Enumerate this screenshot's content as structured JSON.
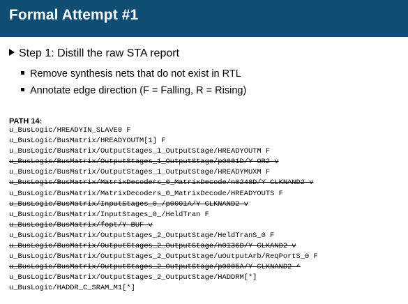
{
  "slide": {
    "title": "Formal Attempt #1",
    "step": "Step 1:  Distill the raw STA report",
    "bullets": [
      "Remove synthesis nets that do not exist in RTL",
      "Annotate edge direction (F = Falling, R = Rising)"
    ],
    "path_label": "PATH 14:",
    "path_lines": [
      {
        "text": "u_BusLogic/HREADYIN_SLAVE0 F",
        "struck": false
      },
      {
        "text": "u_BusLogic/BusMatrix/HREADYOUTM[1] F",
        "struck": false
      },
      {
        "text": "u_BusLogic/BusMatrix/OutputStages_1_OutputStage/HREADYOUTM F",
        "struck": false
      },
      {
        "text": "u_BusLogic/BusMatrix/OutputStages_1_OutputStage/p0001D/Y OR2 v",
        "struck": true
      },
      {
        "text": "u_BusLogic/BusMatrix/OutputStages_1_OutputStage/HREADYMUXM F",
        "struck": false
      },
      {
        "text": "u_BusLogic/BusMatrix/MatrixDecoders_0_MatrixDecode/n0248D/Y CLKNAND2 v",
        "struck": true
      },
      {
        "text": "u_BusLogic/BusMatrix/MatrixDecoders_0_MatrixDecode/HREADYOUTS F",
        "struck": false
      },
      {
        "text": "u_BusLogic/BusMatrix/InputStages_0_/p0001A/Y CLKNAND2 v",
        "struck": true
      },
      {
        "text": "u_BusLogic/BusMatrix/InputStages_0_/HeldTran F",
        "struck": false
      },
      {
        "text": "u_BusLogic/BusMatrix/fopt/Y BUF v",
        "struck": true
      },
      {
        "text": "u_BusLogic/BusMatrix/OutputStages_2_OutputStage/HeldTranS_0 F",
        "struck": false
      },
      {
        "text": "u_BusLogic/BusMatrix/OutputStages_2_OutputStage/n0136D/Y CLKAND2 v",
        "struck": true
      },
      {
        "text": "u_BusLogic/BusMatrix/OutputStages_2_OutputStage/uOutputArb/ReqPortS_0 F",
        "struck": false
      },
      {
        "text": "u_BusLogic/BusMatrix/OutputStages_2_OutputStage/p0005A/Y CLKNAND2 ^",
        "struck": true
      },
      {
        "text": "u_BusLogic/BusMatrix/OutputStages_2_OutputStage/HADDRM[*]",
        "struck": false
      },
      {
        "text": "u_BusLogic/HADDR_C_SRAM_M1[*]",
        "struck": false
      }
    ]
  },
  "colors": {
    "title_bar": "#0f4e72",
    "title_text": "#ffffff",
    "body_text": "#000000"
  },
  "icons": {
    "step_marker": "triangle-bullet-icon",
    "list_marker": "square-bullet-icon"
  }
}
